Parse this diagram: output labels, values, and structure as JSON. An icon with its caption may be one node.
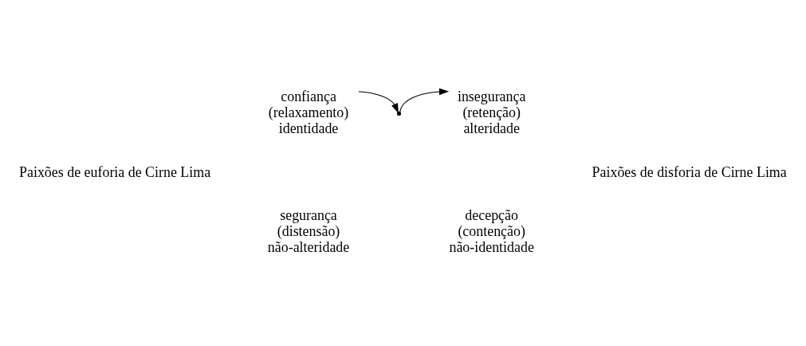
{
  "diagram": {
    "nodes": [
      {
        "text": [
          "Paixões de euforia de Cirne Lima"
        ]
      },
      {
        "text": [
          "confiança",
          "(relaxamento)",
          "identidade"
        ]
      },
      {
        "text": [
          "insegurança",
          "(retenção)",
          "alteridade"
        ]
      },
      {
        "text": [
          "Paixões de disforia de Cirne Lima"
        ]
      },
      {
        "text": [],
        "shape": "point"
      },
      {
        "text": [
          "segurança",
          "(distensão)",
          "não-alteridade"
        ]
      },
      {
        "text": [
          "decepção",
          "(contenção)",
          "não-identidade"
        ]
      }
    ],
    "edges": [
      {
        "from": 1,
        "to": 4,
        "arrow": "to"
      },
      {
        "from": 4,
        "to": 2,
        "arrow": "to"
      }
    ]
  }
}
